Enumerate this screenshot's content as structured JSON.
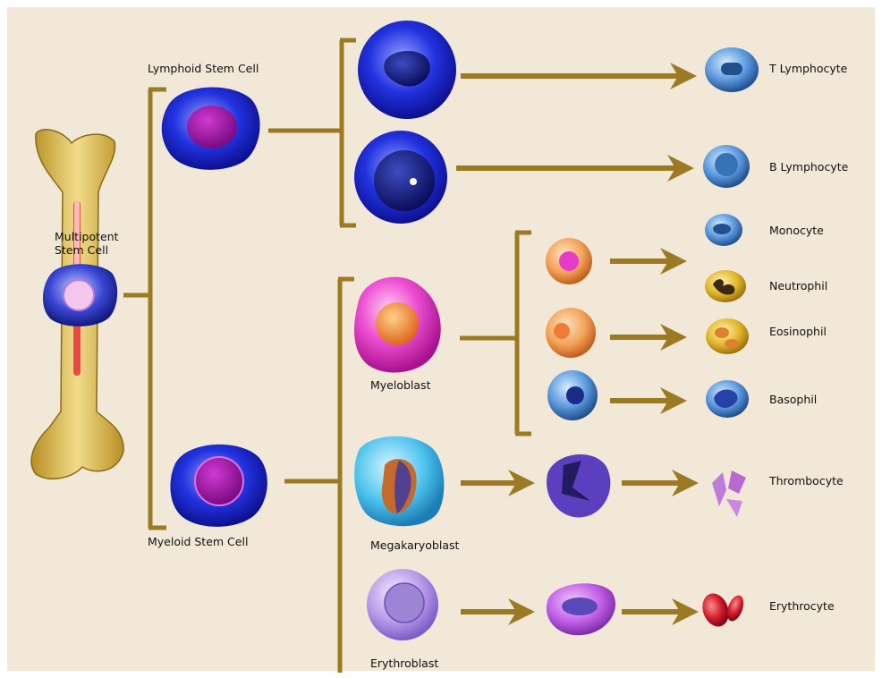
{
  "labels": {
    "multipotent_line1": "Multipotent",
    "multipotent_line2": "Stem Cell",
    "lymphoid_stem_cell": "Lymphoid Stem Cell",
    "myeloid_stem_cell": "Myeloid Stem Cell",
    "myeloblast": "Myeloblast",
    "megakaryoblast": "Megakaryoblast",
    "erythroblast": "Erythroblast",
    "t_lymphocyte": "T Lymphocyte",
    "b_lymphocyte": "B Lymphocyte",
    "monocyte": "Monocyte",
    "neutrophil": "Neutrophil",
    "eosinophil": "Eosinophil",
    "basophil": "Basophil",
    "thrombocyte": "Thrombocyte",
    "erythrocyte": "Erythrocyte"
  },
  "colors": {
    "background": "#f1e8d8",
    "connector": "#9c7a24",
    "bone": "#d9bc4a",
    "cell_blue": "#1f2fd0",
    "nucleus_magenta": "#a0119a",
    "myeloblast_pink": "#e33fc8",
    "erythroblast_lilac": "#b79be8",
    "erythrocyte_red": "#c3172a"
  }
}
